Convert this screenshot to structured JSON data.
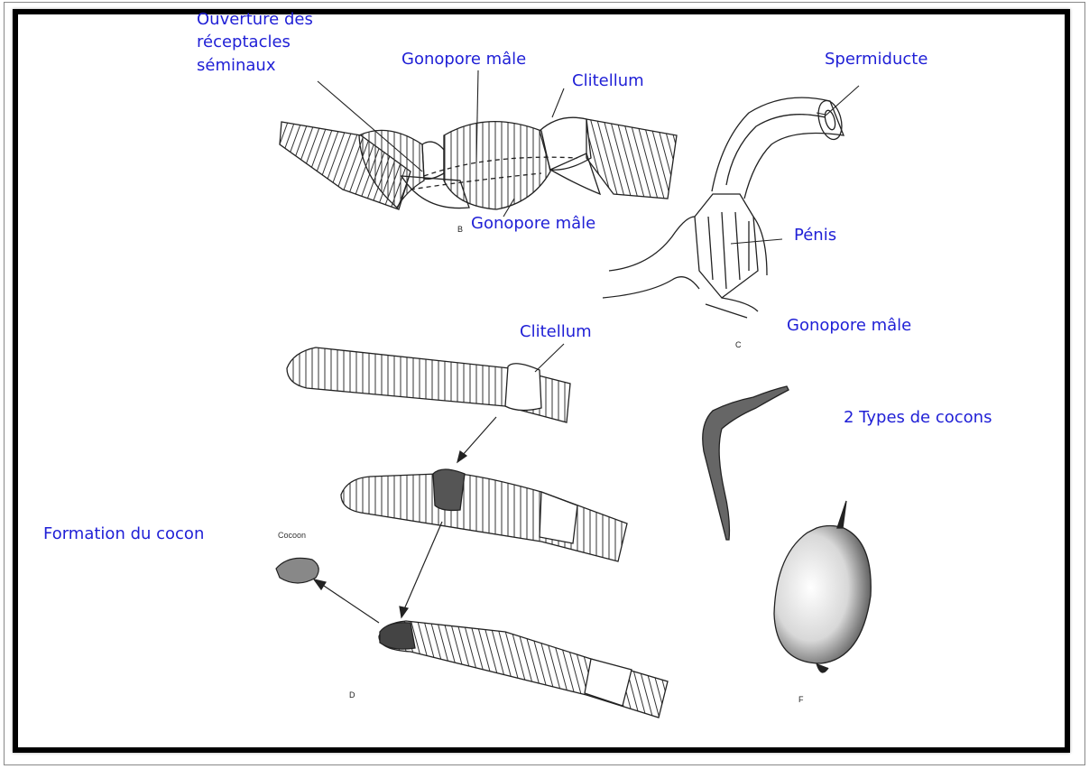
{
  "labels": {
    "ouverture_line1": "Ouverture des",
    "ouverture_line2": "réceptacles",
    "ouverture_line3": "séminaux",
    "gonopore_top": "Gonopore mâle",
    "clitellum_top": "Clitellum",
    "spermiducte": "Spermiducte",
    "gonopore_middle": "Gonopore mâle",
    "penis": "Pénis",
    "gonopore_right": "Gonopore mâle",
    "clitellum_middle": "Clitellum",
    "types_cocons": "2 Types de cocons",
    "formation_cocon": "Formation du cocon",
    "cocoon_caption": "Cocoon"
  },
  "figure_letters": {
    "b": "B",
    "c": "C",
    "d": "D",
    "f": "F"
  },
  "colors": {
    "label_text": "#1f1fd6",
    "frame": "#000000",
    "drawing": "#222222"
  }
}
